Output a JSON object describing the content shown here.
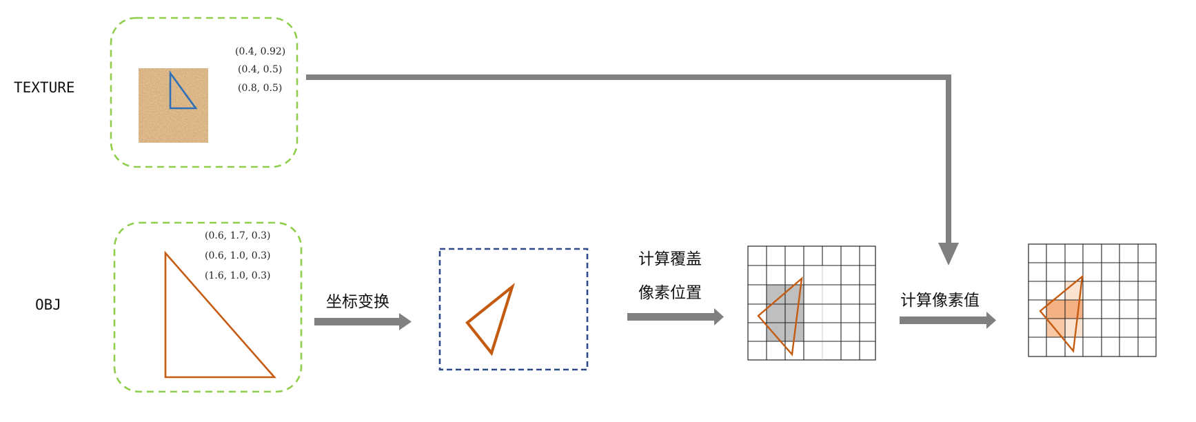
{
  "rows": {
    "texture_label": "TEXTURE",
    "obj_label": "OBJ"
  },
  "texture": {
    "uv_coords": [
      "(0.4, 0.92)",
      "(0.4, 0.5)",
      "(0.8, 0.5)"
    ]
  },
  "obj": {
    "vertex_coords": [
      "(0.6, 1.7, 0.3)",
      "(0.6, 1.0, 0.3)",
      "(1.6, 1.0, 0.3)"
    ]
  },
  "steps": {
    "transform": "坐标变换",
    "coverage_line1": "计算覆盖",
    "coverage_line2": "像素位置",
    "pixel_value": "计算像素值"
  },
  "colors": {
    "dashed_green": "#8fce4a",
    "dashed_blue": "#2f4a8c",
    "triangle_orange": "#c55a11",
    "texture_triangle_blue": "#2e6fb8",
    "arrow_gray": "#808080",
    "coverage_fill": "#bfbfbf",
    "shade_fill": "#f4b183",
    "shade_fill_light": "#fbe3d2",
    "cork": "#b8844e"
  },
  "icons": {
    "texture_image": "cork-texture-image"
  }
}
